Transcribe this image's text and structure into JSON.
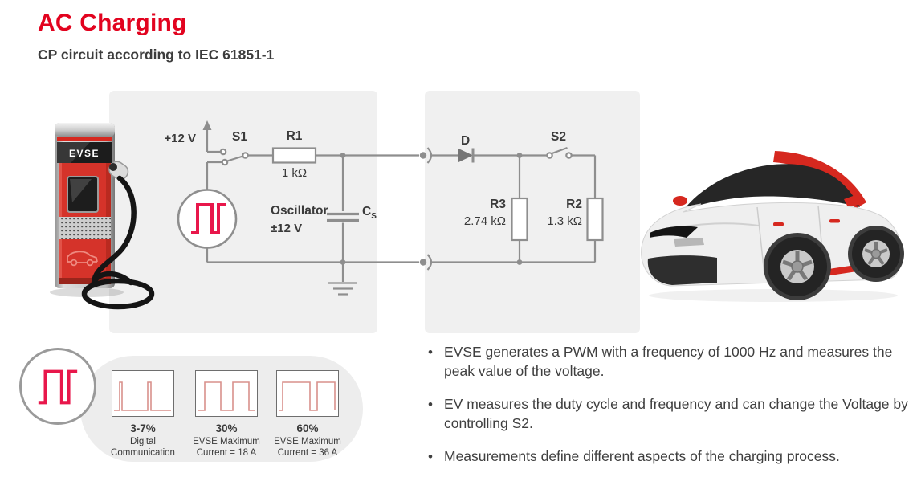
{
  "header": {
    "title": "AC Charging",
    "subtitle": "CP circuit according to IEC 61851-1"
  },
  "station": {
    "label": "EVSE"
  },
  "circuit": {
    "supply_label": "+12 V",
    "s1_label": "S1",
    "r1_label": "R1",
    "r1_value": "1 kΩ",
    "oscillator_label": "Oscillator",
    "oscillator_value": "±12 V",
    "cs_label": "C",
    "cs_sub": "S",
    "d_label": "D",
    "s2_label": "S2",
    "r3_label": "R3",
    "r3_value": "2.74 kΩ",
    "r2_label": "R2",
    "r2_value": "1.3 kΩ"
  },
  "legend": {
    "items": [
      {
        "duty": "3-7%",
        "line1": "Digital",
        "line2": "Communication"
      },
      {
        "duty": "30%",
        "line1": "EVSE Maximum",
        "line2": "Current = 18 A"
      },
      {
        "duty": "60%",
        "line1": "EVSE Maximum",
        "line2": "Current = 36 A"
      }
    ]
  },
  "notes": [
    "EVSE generates a PWM with a frequency of 1000 Hz and measures the peak value of the voltage.",
    "EV measures the duty cycle and frequency and can change the Voltage by controlling S2.",
    "Measurements define different aspects of the charging process."
  ],
  "colors": {
    "accent_red": "#e2031f",
    "illustration_red": "#d6281f",
    "waveform_crimson": "#e8174b",
    "waveform_light": "#d9918c",
    "circuit_gray": "#8e8e8e",
    "panel_gray": "#f0f0f0",
    "text_dark": "#3c3c3c"
  }
}
